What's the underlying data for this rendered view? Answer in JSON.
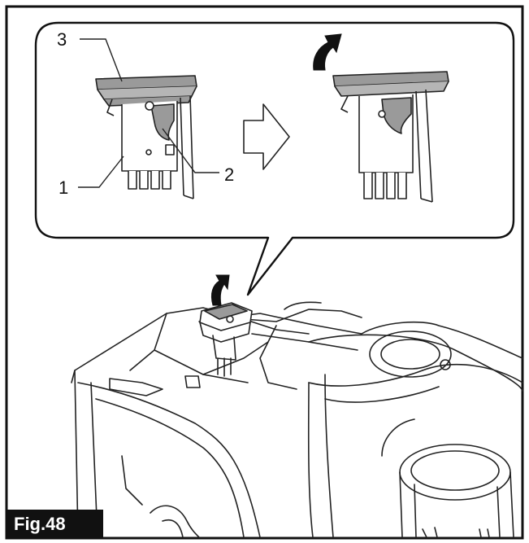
{
  "figure": {
    "label": "Fig.48"
  },
  "callouts": {
    "one": "1",
    "two": "2",
    "three": "3"
  },
  "colors": {
    "line": "#222222",
    "shade": "#9a9a9a",
    "dark_shade": "#6e6e6e",
    "label_bg": "#111111"
  }
}
